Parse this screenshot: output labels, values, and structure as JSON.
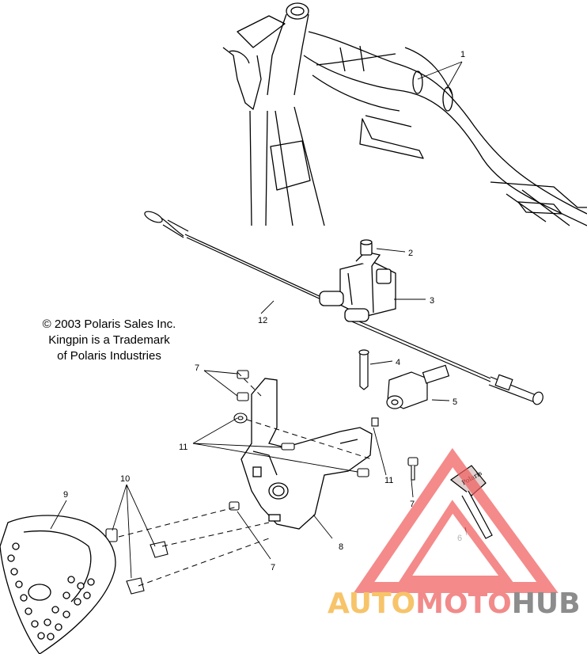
{
  "copyright": {
    "line1": "© 2003 Polaris Sales Inc.",
    "line2": "Kingpin is a Trademark",
    "line3": "of Polaris Industries"
  },
  "callouts": {
    "c1": "1",
    "c2": "2",
    "c3": "3",
    "c4": "4",
    "c5": "5",
    "c6": "6",
    "c7a": "7",
    "c7b": "7",
    "c7c": "7",
    "c8": "8",
    "c9": "9",
    "c10": "10",
    "c11a": "11",
    "c11b": "11",
    "c12": "12"
  },
  "watermark": {
    "part1": "AUTO",
    "part2": "MOTO",
    "part3": "HUB",
    "colors": {
      "part1": "#f7c46a",
      "part2": "#f28a8a",
      "part3": "#8c8c8c",
      "triangle": "#f05a5a"
    }
  }
}
